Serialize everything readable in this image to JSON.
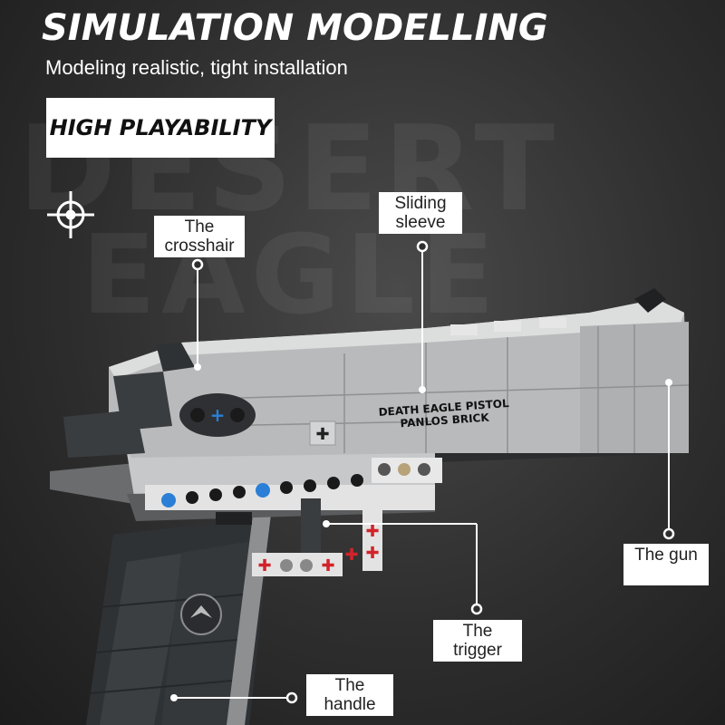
{
  "headline": "SIMULATION MODELLING",
  "subheadline": "Modeling realistic, tight installation",
  "badge": "HIGH PLAYABILITY",
  "background_text": [
    "DESERT",
    "EAGLE"
  ],
  "gun_print": {
    "line1": "DEATH EAGLE PISTOL",
    "line2": "PANLOS BRICK"
  },
  "callouts": {
    "crosshair": "The crosshair",
    "sliding_sleeve": "Sliding sleeve",
    "gun": "The gun",
    "trigger": "The trigger",
    "handle": "The handle"
  },
  "colors": {
    "background": "#2e2e2e",
    "body": "#b9babb",
    "dark_grey": "#3a3d40",
    "accent_red": "#d2232a",
    "accent_blue": "#2b7fd6"
  }
}
